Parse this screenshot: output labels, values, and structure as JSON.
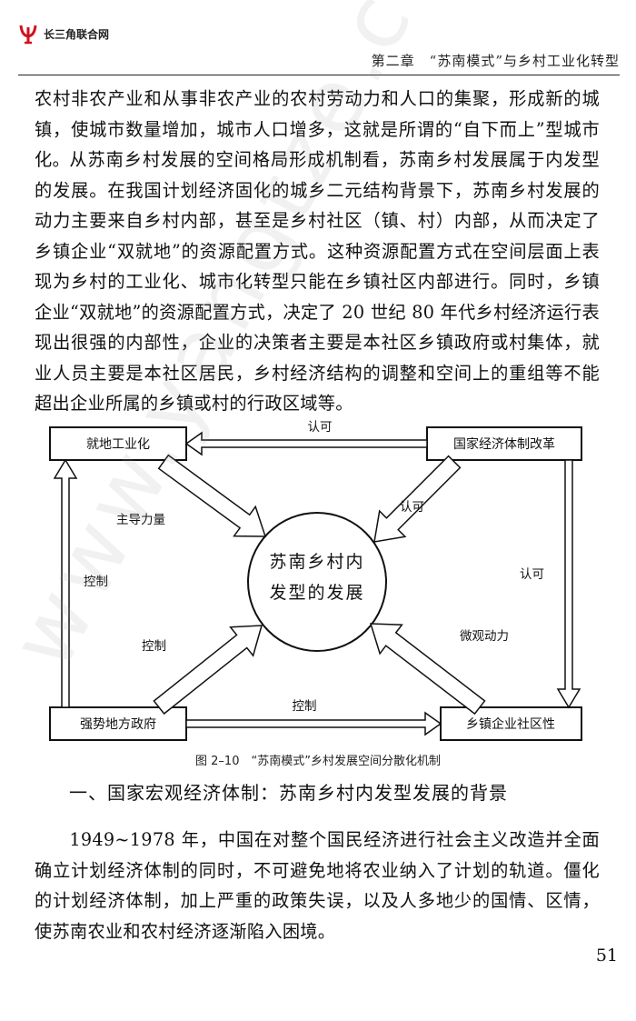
{
  "header": {
    "logo_text": "长三角联合网",
    "running_head": "第二章　“苏南模式”与乡村工业化转型"
  },
  "body": {
    "para1": "农村非农产业和从事非农产业的农村劳动力和人口的集聚，形成新的城镇，使城市数量增加，城市人口增多，这就是所谓的“自下而上”型城市化。",
    "para2": "从苏南乡村发展的空间格局形成机制看，苏南乡村发展属于内发型的发展。在我国计划经济固化的城乡二元结构背景下，苏南乡村发展的动力主要来自乡村内部，甚至是乡村社区（镇、村）内部，从而决定了乡镇企业“双就地”的资源配置方式。这种资源配置方式在空间层面上表现为乡村的工业化、城市化转型只能在乡镇社区内部进行。同时，乡镇企业“双就地”的资源配置方式，决定了 20 世纪 80 年代乡村经济运行表现出很强的内部性，企业的决策者主要是本社区乡镇政府或村集体，就业人员主要是本社区居民，乡村经济结构的调整和空间上的重组等不能超出企业所属的乡镇或村的行政区域等。",
    "section_heading": "一、国家宏观经济体制：苏南乡村内发型发展的背景",
    "para3": "1949~1978 年，中国在对整个国民经济进行社会主义改造并全面确立计划经济体制的同时，不可避免地将农业纳入了计划的轨道。僵化的计划经济体制，加上严重的政策失误，以及人多地少的国情、区情，使苏南农业和农村经济逐渐陷入困境。"
  },
  "figure": {
    "caption": "图 2–10　“苏南模式”乡村发展空间分散化机制",
    "boxes": {
      "top_left": "就地工业化",
      "top_right": "国家经济体制改革",
      "bottom_left": "强势地方政府",
      "bottom_right": "乡镇企业社区性"
    },
    "center": {
      "line1": "苏南乡村内",
      "line2": "发型的发展"
    },
    "edge_labels": {
      "top": "认可",
      "top_right_to_center": "认可",
      "right": "认可",
      "top_left_to_center": "主导力量",
      "left": "控制",
      "bottom_left_to_center": "控制",
      "bottom": "控制",
      "bottom_right_to_center": "微观动力"
    }
  },
  "watermark": "www.yangtze.co",
  "page_number": "51"
}
